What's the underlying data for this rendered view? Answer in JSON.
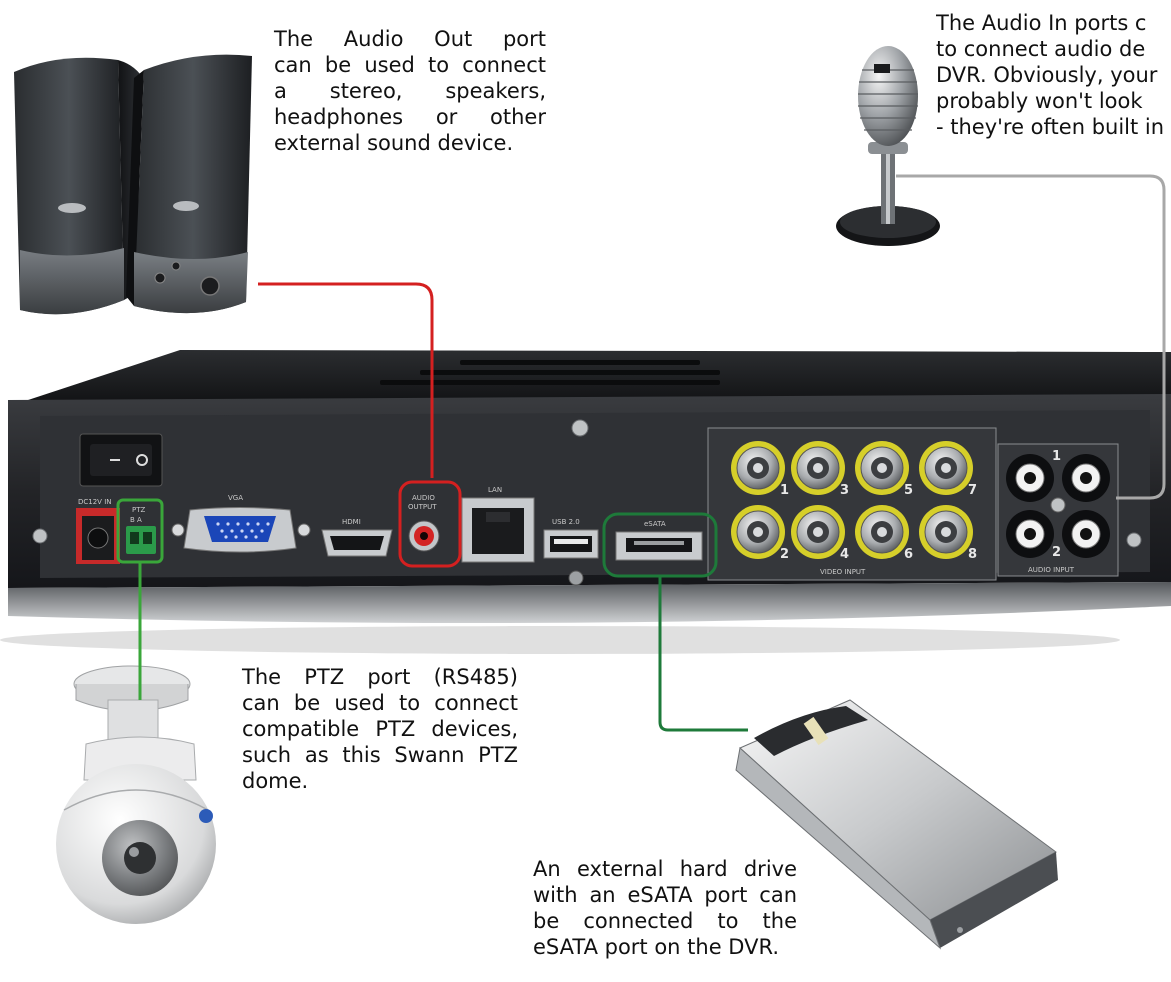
{
  "captions": {
    "audio_out": [
      "The Audio Out port",
      "can be used to connect",
      "a stereo, speakers,",
      "headphones or other",
      "external sound device."
    ],
    "audio_in": [
      "The Audio In ports c",
      "to connect audio de",
      "DVR. Obviously, your",
      "probably won't look",
      "- they're often built in"
    ],
    "ptz": [
      "The PTZ port (RS485)",
      "can be used to connect",
      "compatible PTZ devices,",
      "such as this Swann PTZ",
      "dome."
    ],
    "esata": [
      "An external hard drive",
      "with an eSATA port can",
      "be connected to the",
      "eSATA port on the DVR."
    ]
  },
  "panel_labels": {
    "power_in": "DC12V IN",
    "ptz": "PTZ",
    "ptz_pins": "B   A",
    "vga": "VGA",
    "hdmi": "HDMI",
    "audio_output_line1": "AUDIO",
    "audio_output_line2": "OUTPUT",
    "lan": "LAN",
    "usb": "USB 2.0",
    "esata": "eSATA",
    "video_input": "VIDEO INPUT",
    "audio_input": "AUDIO INPUT"
  },
  "video_channels": [
    "1",
    "3",
    "5",
    "7",
    "2",
    "4",
    "6",
    "8"
  ],
  "audio_channels": [
    "1",
    "2"
  ],
  "colors": {
    "audio_out_callout": "#d42020",
    "audio_in_callout": "#a8a8a8",
    "ptz_callout": "#3aa63a",
    "esata_callout": "#1e7a3a",
    "video_ring": "#d6cf2a"
  }
}
